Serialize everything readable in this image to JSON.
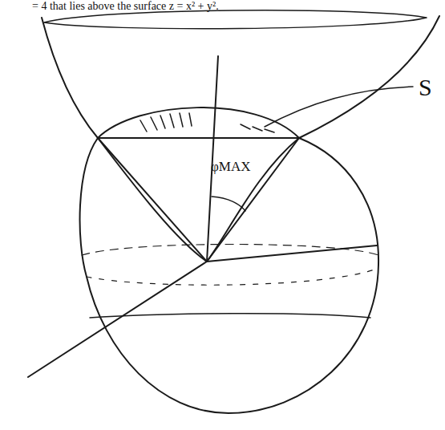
{
  "diagram": {
    "labels": [
      "= 4 that lies above the surface z = x² + y².",
      "S",
      "φMAX"
    ]
  }
}
